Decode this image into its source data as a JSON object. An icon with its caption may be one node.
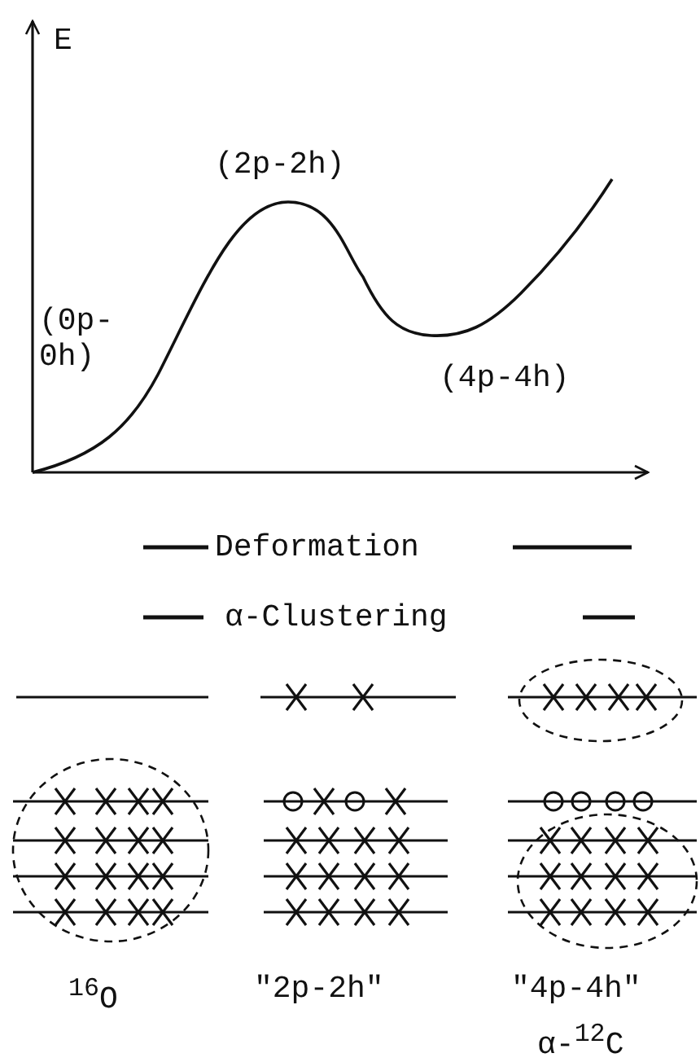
{
  "diagram": {
    "labels": [
      "E",
      "(2p-2h)",
      "(0p- 0h)",
      "(4p-4h)",
      "Deformation",
      "α-Clustering",
      "$^{16}$O",
      "\"2p-2h\"",
      "\"4p-4h\"",
      "α-$^{12}$C"
    ]
  }
}
